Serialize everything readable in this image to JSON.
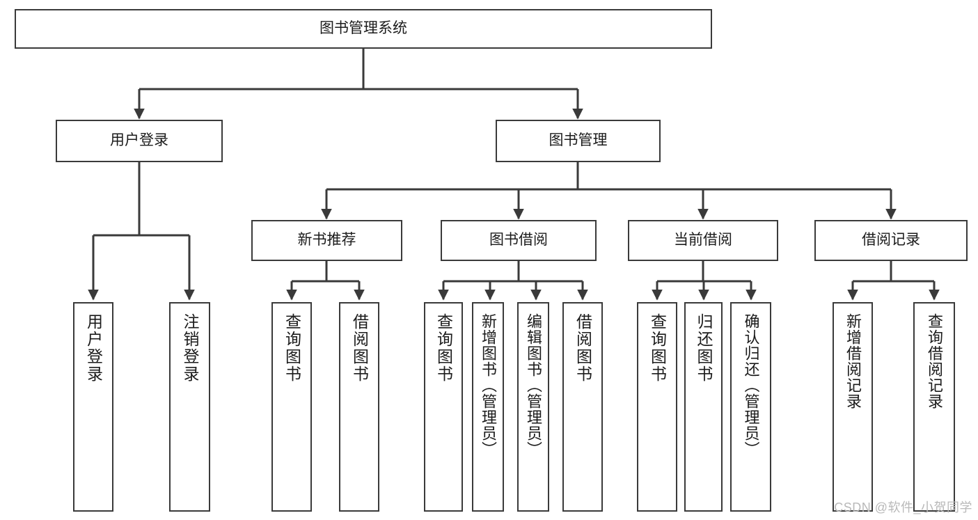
{
  "diagram": {
    "title": "图书管理系统",
    "type": "tree-hierarchy",
    "watermark": "CSDN @软件_小贺同学",
    "colors": {
      "box_border": "#3a3a3a",
      "box_fill": "#ffffff",
      "edge": "#3a3a3a",
      "text": "#1b1b1b",
      "watermark": "#b9b9b9"
    },
    "nodes": {
      "root": {
        "label": "图书管理系统",
        "level": 0
      },
      "l1": [
        {
          "id": "user_login",
          "label": "用户登录",
          "level": 1
        },
        {
          "id": "book_mgmt",
          "label": "图书管理",
          "level": 1
        }
      ],
      "l2": [
        {
          "id": "new_book_rec",
          "label": "新书推荐",
          "level": 2,
          "parent": "book_mgmt"
        },
        {
          "id": "book_borrow",
          "label": "图书借阅",
          "level": 2,
          "parent": "book_mgmt"
        },
        {
          "id": "current_borrow",
          "label": "当前借阅",
          "level": 2,
          "parent": "book_mgmt"
        },
        {
          "id": "borrow_record",
          "label": "借阅记录",
          "level": 2,
          "parent": "book_mgmt"
        }
      ],
      "leaves": [
        {
          "id": "leaf_user_login",
          "label": "用户登录",
          "parent": "user_login"
        },
        {
          "id": "leaf_user_logout",
          "label": "注销登录",
          "parent": "user_login"
        },
        {
          "id": "leaf_query_book_1",
          "label": "查询图书",
          "parent": "new_book_rec"
        },
        {
          "id": "leaf_borrow_book_1",
          "label": "借阅图书",
          "parent": "new_book_rec"
        },
        {
          "id": "leaf_query_book_2",
          "label": "查询图书",
          "parent": "book_borrow"
        },
        {
          "id": "leaf_add_book",
          "label": "新增图书（管理员）",
          "parent": "book_borrow"
        },
        {
          "id": "leaf_edit_book",
          "label": "编辑图书（管理员）",
          "parent": "book_borrow"
        },
        {
          "id": "leaf_borrow_book_2",
          "label": "借阅图书",
          "parent": "book_borrow"
        },
        {
          "id": "leaf_query_book_3",
          "label": "查询图书",
          "parent": "current_borrow"
        },
        {
          "id": "leaf_return_book",
          "label": "归还图书",
          "parent": "current_borrow"
        },
        {
          "id": "leaf_confirm_return",
          "label": "确认归还（管理员）",
          "parent": "current_borrow"
        },
        {
          "id": "leaf_add_record",
          "label": "新增借阅记录",
          "parent": "borrow_record"
        },
        {
          "id": "leaf_query_record",
          "label": "查询借阅记录",
          "parent": "borrow_record"
        }
      ]
    }
  }
}
